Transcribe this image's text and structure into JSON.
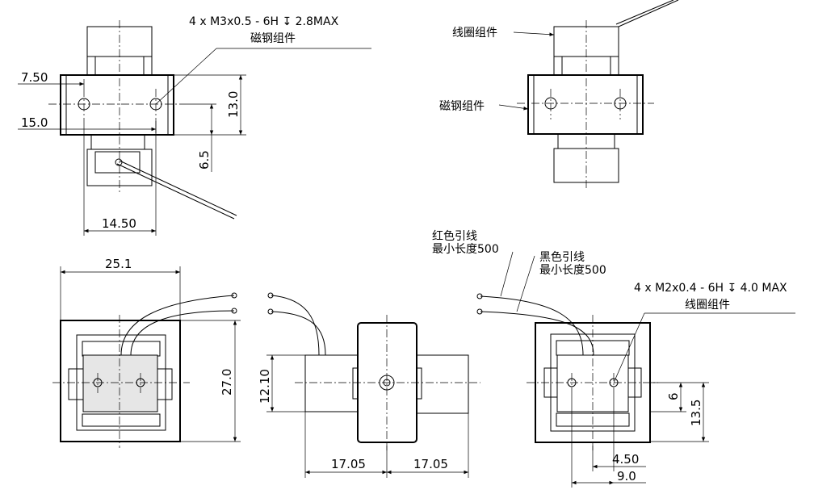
{
  "views": {
    "top_left": {
      "thread_note": "4 x M3x0.5 - 6H ↧ 2.8MAX",
      "component_label": "磁钢组件",
      "dims": {
        "d750": "7.50",
        "d150": "15.0",
        "d130": "13.0",
        "d65": "6.5",
        "d1450": "14.50"
      }
    },
    "top_right": {
      "coil_label": "线圈组件",
      "magnet_label": "磁钢组件"
    },
    "front_left": {
      "dims": {
        "d251": "25.1",
        "d270": "27.0"
      }
    },
    "side_middle": {
      "dims": {
        "d1210": "12.10",
        "d1705a": "17.05",
        "d1705b": "17.05"
      }
    },
    "front_right": {
      "red_lead_line1": "红色引线",
      "red_lead_line2": "最小长度500",
      "black_lead_line1": "黑色引线",
      "black_lead_line2": "最小长度500",
      "thread_note": "4 x M2x0.4 - 6H ↧ 4.0 MAX",
      "component_label": "线圈组件",
      "dims": {
        "d6": "6",
        "d135": "13.5",
        "d450": "4.50",
        "d90": "9.0"
      }
    }
  }
}
